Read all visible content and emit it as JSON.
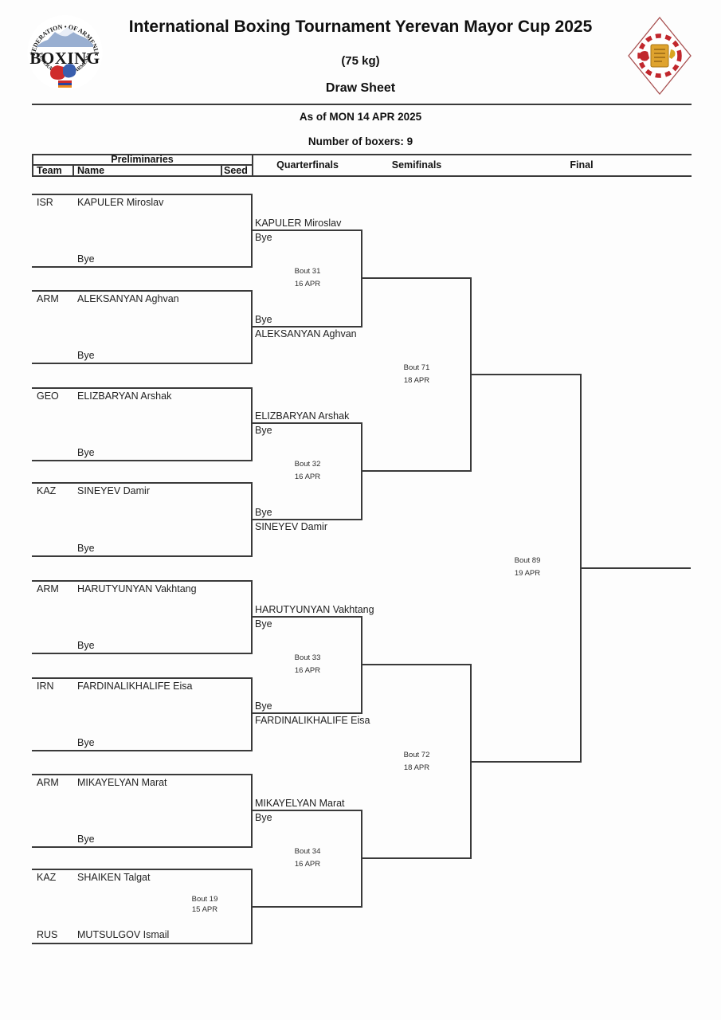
{
  "header": {
    "title": "International Boxing Tournament Yerevan Mayor Cup 2025",
    "weight_class": "(75 kg)",
    "subtitle": "Draw Sheet",
    "as_of": "As of MON 14 APR 2025",
    "boxer_count": "Number of boxers: 9"
  },
  "logos": {
    "left": {
      "text": "BOXING",
      "arc_top": "FEDERATION • OF ARMENIA",
      "arc_bottom": "FEDERATION • OF ARMENIA",
      "colors": {
        "red": "#cf2b2b",
        "blue": "#3a5fae",
        "mountain": "#8ea6cc"
      }
    },
    "right": {
      "colors": {
        "red": "#c1272d",
        "gold": "#dfa32e",
        "outline": "#a85050"
      }
    }
  },
  "columns": {
    "preliminaries": "Preliminaries",
    "team": "Team",
    "name": "Name",
    "seed": "Seed",
    "quarterfinals": "Quarterfinals",
    "semifinals": "Semifinals",
    "final": "Final"
  },
  "bracket": {
    "prelim_pairs": [
      {
        "top_team": "ISR",
        "top_name": "KAPULER Miroslav",
        "bottom_team": "",
        "bottom_name": "Bye"
      },
      {
        "top_team": "ARM",
        "top_name": "ALEKSANYAN Aghvan",
        "bottom_team": "",
        "bottom_name": "Bye"
      },
      {
        "top_team": "GEO",
        "top_name": "ELIZBARYAN Arshak",
        "bottom_team": "",
        "bottom_name": "Bye"
      },
      {
        "top_team": "KAZ",
        "top_name": "SINEYEV Damir",
        "bottom_team": "",
        "bottom_name": "Bye"
      },
      {
        "top_team": "ARM",
        "top_name": "HARUTYUNYAN Vakhtang",
        "bottom_team": "",
        "bottom_name": "Bye"
      },
      {
        "top_team": "IRN",
        "top_name": "FARDINALIKHALIFE Eisa",
        "bottom_team": "",
        "bottom_name": "Bye"
      },
      {
        "top_team": "ARM",
        "top_name": "MIKAYELYAN Marat",
        "bottom_team": "",
        "bottom_name": "Bye"
      },
      {
        "top_team": "KAZ",
        "top_name": "SHAIKEN Talgat",
        "bottom_team": "RUS",
        "bottom_name": "MUTSULGOV Ismail"
      }
    ],
    "quarterfinal_slots": [
      {
        "above": "KAPULER Miroslav",
        "below": "Bye"
      },
      {
        "above": "Bye",
        "below": "ALEKSANYAN Aghvan"
      },
      {
        "above": "ELIZBARYAN Arshak",
        "below": "Bye"
      },
      {
        "above": "Bye",
        "below": "SINEYEV Damir"
      },
      {
        "above": "HARUTYUNYAN Vakhtang",
        "below": "Bye"
      },
      {
        "above": "Bye",
        "below": "FARDINALIKHALIFE Eisa"
      },
      {
        "above": "MIKAYELYAN Marat",
        "below": "Bye"
      },
      {
        "above": "",
        "below": ""
      }
    ],
    "bouts": {
      "prelim": {
        "label": "Bout 19",
        "date": "15 APR"
      },
      "qf1": {
        "label": "Bout 31",
        "date": "16 APR"
      },
      "qf2": {
        "label": "Bout 32",
        "date": "16 APR"
      },
      "qf3": {
        "label": "Bout 33",
        "date": "16 APR"
      },
      "qf4": {
        "label": "Bout 34",
        "date": "16 APR"
      },
      "sf1": {
        "label": "Bout 71",
        "date": "18 APR"
      },
      "sf2": {
        "label": "Bout 72",
        "date": "18 APR"
      },
      "final": {
        "label": "Bout 89",
        "date": "19 APR"
      }
    }
  }
}
